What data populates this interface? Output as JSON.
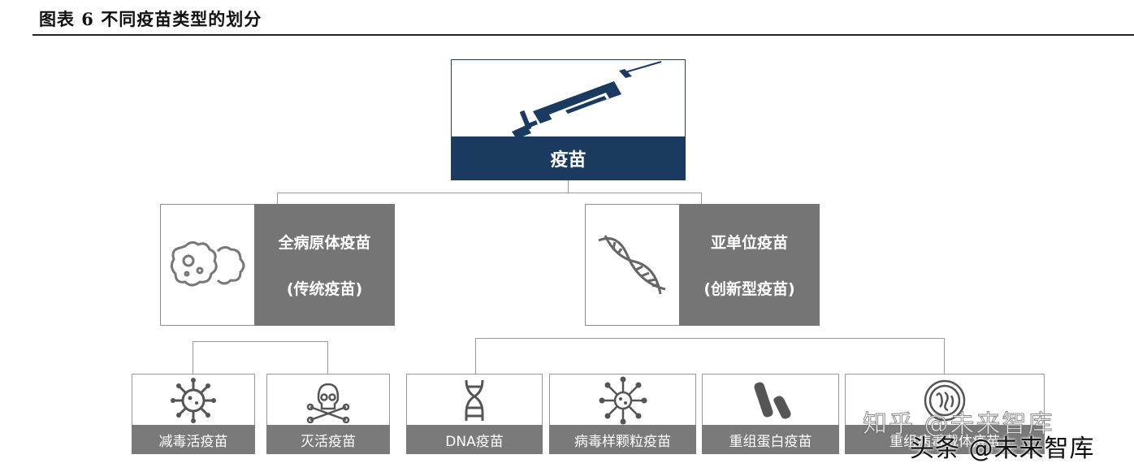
{
  "header": {
    "title": "图表 6 不同疫苗类型的划分"
  },
  "root": {
    "label": "疫苗",
    "icon": "syringe-icon"
  },
  "categories": [
    {
      "line1": "全病原体疫苗",
      "line2": "(传统疫苗)",
      "icon": "virus-cells-icon"
    },
    {
      "line1": "亚单位疫苗",
      "line2": "(创新型疫苗)",
      "icon": "dna-helix-icon"
    }
  ],
  "leaves": [
    {
      "label": "减毒活疫苗",
      "icon": "virus-icon"
    },
    {
      "label": "灭活疫苗",
      "icon": "skull-crossbones-icon"
    },
    {
      "label": "DNA疫苗",
      "icon": "dna-icon"
    },
    {
      "label": "病毒样颗粒疫苗",
      "icon": "virus-particle-icon"
    },
    {
      "label": "重组蛋白疫苗",
      "icon": "protein-icon"
    },
    {
      "label": "重组病毒载体疫苗",
      "icon": "cell-icon"
    }
  ],
  "watermarks": {
    "zhihu": "知乎 @未来智库",
    "toutiao": "头条 @未来智库"
  },
  "colors": {
    "root_fill": "#1b3a60",
    "category_fill": "#757575",
    "leaf_fill": "#7a7a7a",
    "connector": "#9a9a9a"
  }
}
